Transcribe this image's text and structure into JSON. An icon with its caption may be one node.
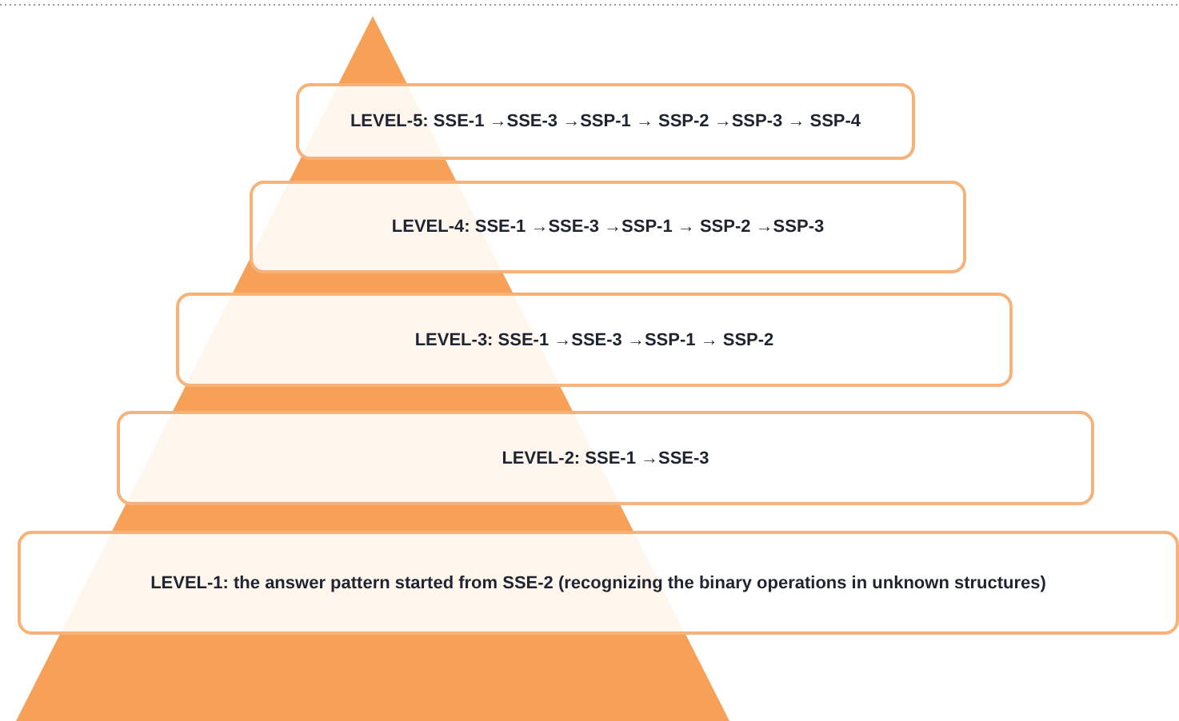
{
  "diagram": {
    "nodes": [
      {
        "text": [
          "LEVEL-5: SSE-1 →SSE-3 →SSP-1 → SSP-2 →SSP-3 → SSP-4"
        ]
      },
      {
        "text": [
          "LEVEL-4: SSE-1 →SSE-3 →SSP-1 → SSP-2 →SSP-3"
        ]
      },
      {
        "text": [
          "LEVEL-3: SSE-1 →SSE-3 →SSP-1 → SSP-2"
        ]
      },
      {
        "text": [
          "LEVEL-2: SSE-1 →SSE-3"
        ]
      },
      {
        "text": [
          "LEVEL-1: the answer pattern started from SSE-2 (recognizing the binary operations in unknown structures)"
        ]
      }
    ]
  }
}
